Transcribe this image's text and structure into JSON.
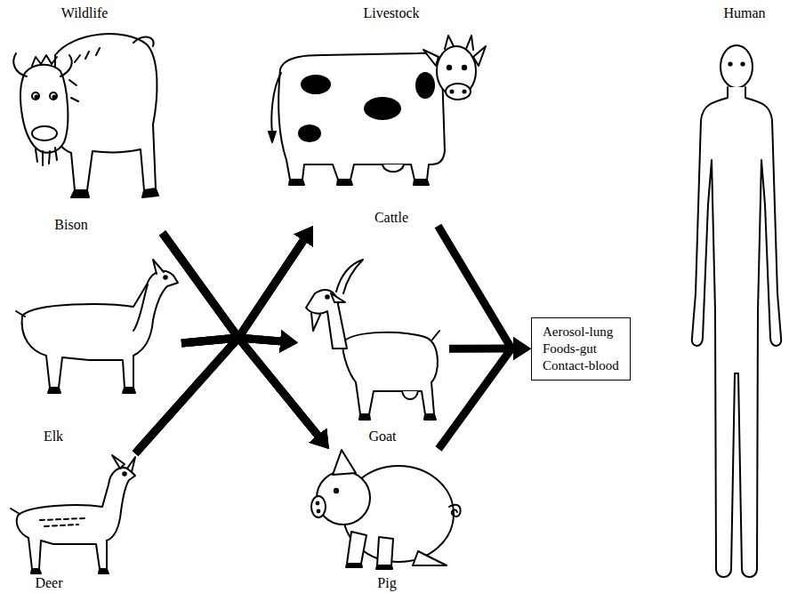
{
  "diagram": {
    "nodes": [
      {
        "text": [
          "Bison"
        ]
      },
      {
        "text": [
          "Elk"
        ]
      },
      {
        "text": [
          "Deer"
        ]
      },
      {
        "text": [
          "Cattle"
        ]
      },
      {
        "text": [
          "Goat"
        ]
      },
      {
        "text": [
          "Pig"
        ]
      },
      {
        "text": [
          "Aerosol-lung",
          "Foods-gut",
          "Contact-blood"
        ]
      },
      {
        "text": [
          "Human"
        ]
      }
    ],
    "edges": [
      {
        "from": 0,
        "to": 3,
        "arrow": "to"
      },
      {
        "from": 0,
        "to": 4,
        "arrow": "to"
      },
      {
        "from": 0,
        "to": 5,
        "arrow": "to"
      },
      {
        "from": 1,
        "to": 3,
        "arrow": "to"
      },
      {
        "from": 1,
        "to": 4,
        "arrow": "to"
      },
      {
        "from": 1,
        "to": 5,
        "arrow": "to"
      },
      {
        "from": 2,
        "to": 3,
        "arrow": "to"
      },
      {
        "from": 2,
        "to": 4,
        "arrow": "to"
      },
      {
        "from": 2,
        "to": 5,
        "arrow": "to"
      },
      {
        "from": 3,
        "to": 6,
        "arrow": "to"
      },
      {
        "from": 4,
        "to": 6,
        "arrow": "to"
      },
      {
        "from": 5,
        "to": 6,
        "arrow": "to"
      }
    ],
    "labels": [
      "Wildlife",
      "Livestock"
    ]
  }
}
